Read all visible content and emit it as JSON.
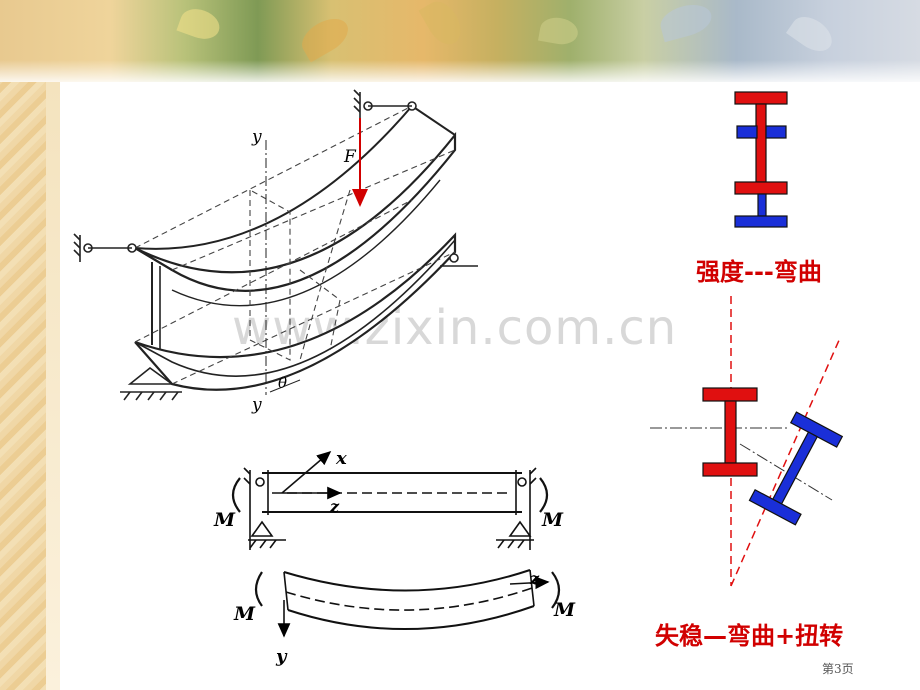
{
  "labels": {
    "beam_y_top": "y",
    "beam_y_bottom": "y",
    "beam_force": "F",
    "beam_theta": "θ",
    "moment_left_top": "M",
    "moment_right_top": "M",
    "axis_x": "x",
    "axis_z_top": "z",
    "moment_left_bottom": "M",
    "moment_right_bottom": "M",
    "axis_z_bottom": "z",
    "axis_y_bottom": "y"
  },
  "captions": {
    "strength": "强度---弯曲",
    "instability": "失稳—弯曲+扭转"
  },
  "watermark": "www.zixin.com.cn",
  "page_number": "第3页",
  "colors": {
    "caption": "#d10000",
    "section_red": "#e01010",
    "section_blue": "#1a2fd8",
    "dash_red": "#e01010"
  }
}
